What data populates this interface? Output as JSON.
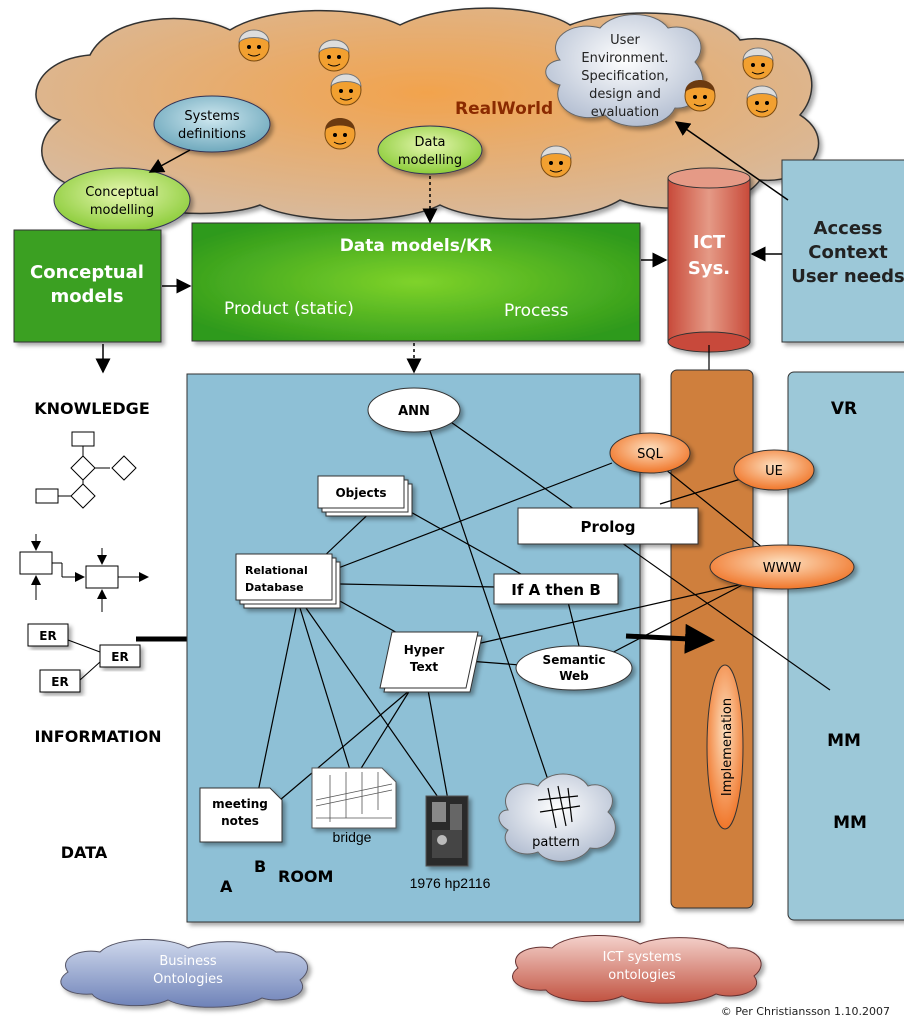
{
  "cloud": {
    "title": "RealWorld",
    "user_env": [
      "User",
      "Environment.",
      "Specification,",
      "design and",
      "evaluation"
    ],
    "systems_definitions": [
      "Systems",
      "definitions"
    ],
    "data_modelling": [
      "Data",
      "modelling"
    ],
    "conceptual_modelling": [
      "Conceptual",
      "modelling"
    ]
  },
  "boxes": {
    "conceptual_models": [
      "Conceptual",
      "models"
    ],
    "data_models_title": "Data models/KR",
    "product": "Product (static)",
    "process": "Process",
    "ict_sys": [
      "ICT",
      "Sys."
    ],
    "access": [
      "Access",
      "Context",
      "User needs"
    ]
  },
  "left": {
    "knowledge": "KNOWLEDGE",
    "information": "INFORMATION",
    "data": "DATA",
    "er": [
      "ER",
      "ER",
      "ER"
    ]
  },
  "main": {
    "ann": "ANN",
    "sql": "SQL",
    "ue": "UE",
    "objects": "Objects",
    "prolog": "Prolog",
    "relational": [
      "Relational",
      "Database"
    ],
    "if_then": "If A then B",
    "www": "WWW",
    "hypertext": [
      "Hyper",
      "Text"
    ],
    "semantic_web": [
      "Semantic",
      "Web"
    ],
    "meeting_notes": [
      "meeting",
      "notes"
    ],
    "bridge": "bridge",
    "hp": "1976 hp2116",
    "pattern": "pattern",
    "room_a": "A",
    "room_b": "B",
    "room": "ROOM"
  },
  "implementation": "Implemenation",
  "right": {
    "vr": "VR",
    "mm1": "MM",
    "mm2": "MM"
  },
  "ontologies": {
    "business": [
      "Business",
      "Ontologies"
    ],
    "ict": [
      "ICT systems",
      "ontologies"
    ]
  },
  "copyright": "© Per Christiansson 1.10.2007"
}
